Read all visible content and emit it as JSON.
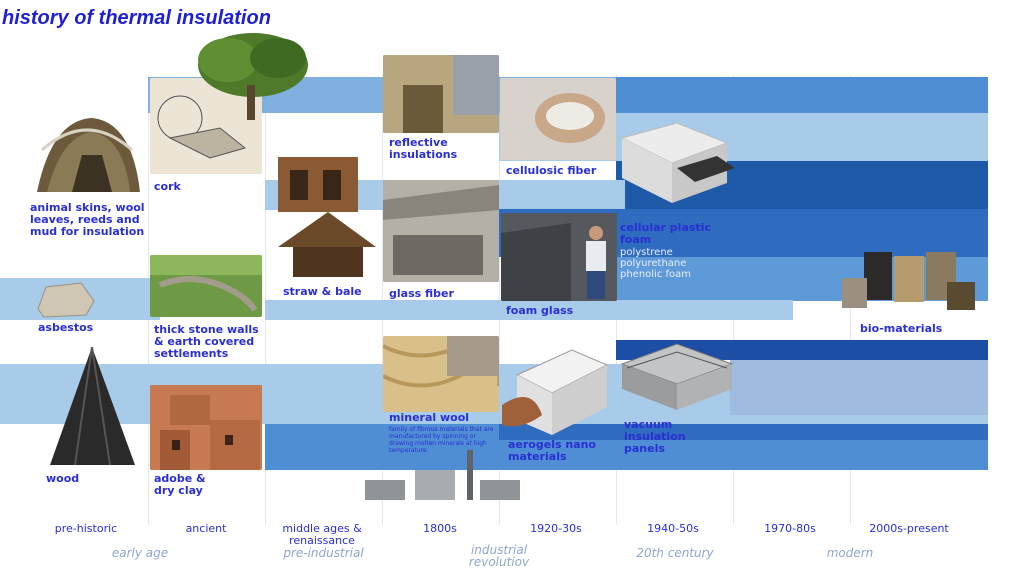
{
  "title": "history of thermal insulation",
  "materials": {
    "animal_skins": "animal skins, wool leaves, reeds and mud for insulation",
    "cork": "cork",
    "asbestos": "asbestos",
    "stone_walls": "thick stone walls & earth covered settlements",
    "straw_bale": "straw & bale",
    "reflective": "reflective insulations",
    "glass_fiber": "glass fiber",
    "cellulosic": "cellulosic fiber",
    "cellular_plastic": "cellular plastic foam",
    "cellular_plastic_sub": [
      "polystrene",
      "polyurethane",
      "phenolic foam"
    ],
    "foam_glass": "foam glass",
    "bio_materials": "bio-materials",
    "mineral_wool": "mineral wool",
    "mineral_wool_note": "family of fibrous materials that are manufactured by spinning or drawing molten minerals at high temperature",
    "aerogels": "aerogels nano materials",
    "vacuum": "vacuum insulation panels",
    "wood": "wood",
    "adobe": "adobe & dry clay"
  },
  "periods": [
    "pre-historic",
    "ancient",
    "middle ages & renaissance",
    "1800s",
    "1920-30s",
    "1940-50s",
    "1970-80s",
    "2000s-present"
  ],
  "eras": [
    "early age",
    "pre-industrial",
    "industrial revolutiov",
    "20th century",
    "modern"
  ],
  "colors": {
    "title": "#1f1fd6",
    "label": "#2a2fd1",
    "band_light": "#a9cbea",
    "band_mid": "#4f8ed4",
    "band_dark": "#1f4fa0",
    "era": "#8fa6cf"
  }
}
